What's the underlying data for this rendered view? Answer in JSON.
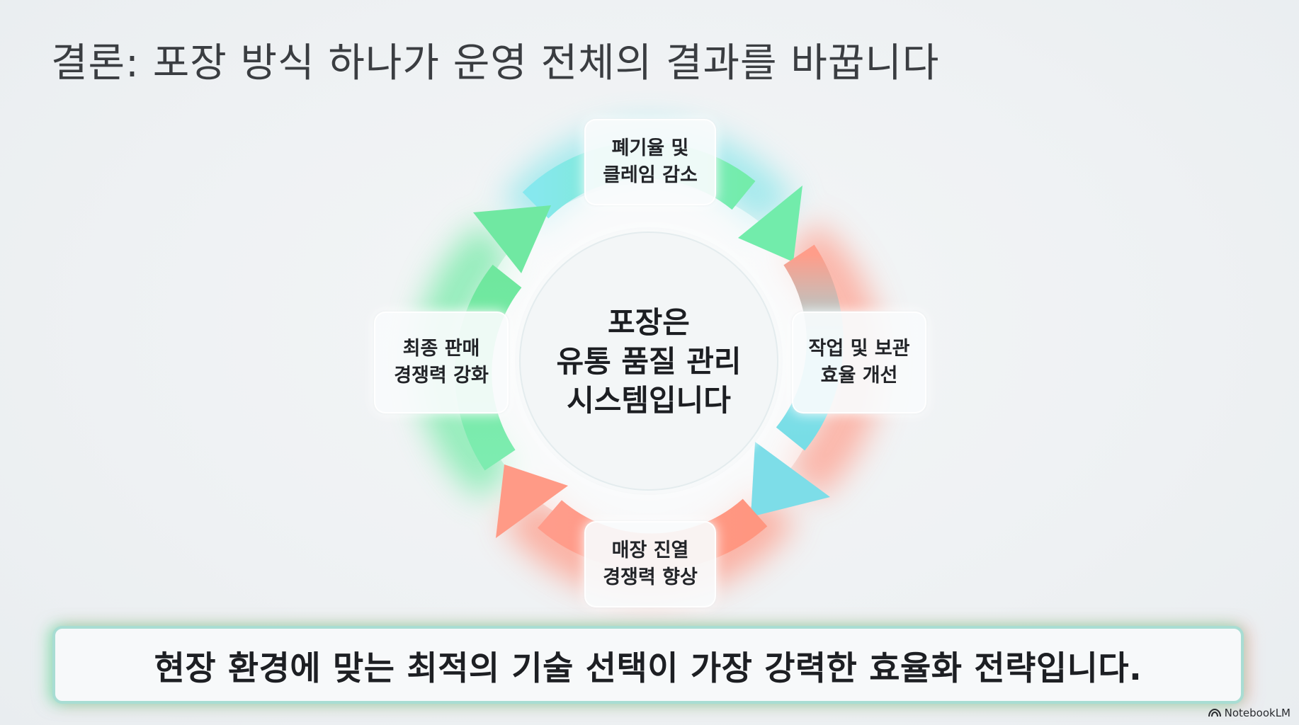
{
  "title": "결론: 포장 방식 하나가 운영 전체의 결과를 바꿉니다",
  "cycle": {
    "top": {
      "line1": "폐기율 및",
      "line2": "클레임 감소"
    },
    "right": {
      "line1": "작업 및 보관",
      "line2": "효율 개선"
    },
    "bottom": {
      "line1": "매장 진열",
      "line2": "경쟁력 향상"
    },
    "left": {
      "line1": "최종 판매",
      "line2": "경쟁력 강화"
    },
    "center": {
      "line1": "포장은",
      "line2": "유통 품질 관리",
      "line3": "시스템입니다"
    }
  },
  "banner": {
    "text": "현장 환경에 맞는 최적의 기술 선택이 가장 강력한 효율화 전략입니다."
  },
  "brand": {
    "label": "NotebookLM",
    "icon": "notebooklm-logo-icon"
  },
  "colors": {
    "green": "#6ee8a8",
    "cyan": "#7fe0ec",
    "coral": "#ff9a86",
    "title": "#3a3d41"
  }
}
